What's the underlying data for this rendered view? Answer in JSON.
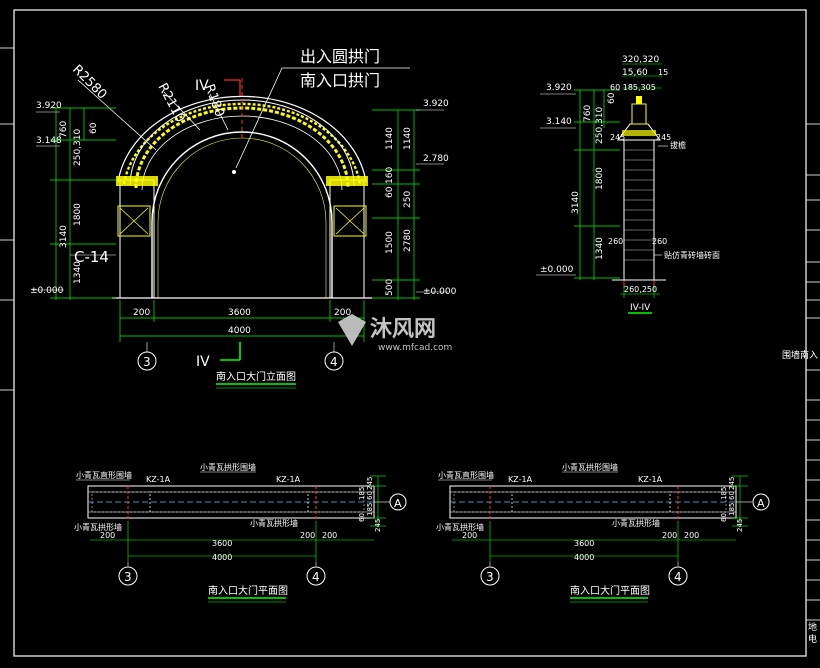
{
  "drawing": {
    "main_title_line1": "出入圆拱门",
    "main_title_line2": "南入口拱门",
    "elevation_title": "南入口大门立面图",
    "plan_title_left": "南入口大门平面图",
    "plan_title_right": "南入口大门平面图",
    "section_label_bottom": "IV-IV",
    "section_mark": "IV",
    "radius_labels": [
      "R2580",
      "R2110",
      "R180"
    ],
    "axis_left": "3",
    "axis_right": "4",
    "axis_plan": "A",
    "column_tag": "C-14",
    "elevation_dims": {
      "levels_left": [
        "3.920",
        "3.148",
        "±0.000"
      ],
      "levels_right": [
        "3.920",
        "2.780",
        "±0.000"
      ],
      "left_stack": [
        "760",
        "250,310",
        "60",
        "1800",
        "3140",
        "1340"
      ],
      "right_stack": [
        "1140",
        "160",
        "60",
        "250",
        "1500",
        "2780",
        "500"
      ],
      "bottom_spans": [
        "200",
        "3600",
        "200",
        "4000"
      ]
    },
    "section_dims": {
      "top": [
        "320,320",
        "15,60",
        "60 185,305",
        "15"
      ],
      "left_levels": [
        "3.920",
        "3.140",
        "±0.000"
      ],
      "left_stack": [
        "760",
        "250,310",
        "60",
        "1800",
        "3140",
        "1340"
      ],
      "side": [
        "245",
        "245",
        "260",
        "260"
      ],
      "bottom": "260,250",
      "note_top": "拔檐",
      "note_bottom": "贴仿青砖墙砖面"
    },
    "plan_labels": {
      "left_top_1": "小青瓦直形围墙",
      "left_top_2": "KZ-1A",
      "mid_top": "小青瓦拱形围墙",
      "right_top": "KZ-1A",
      "left_bottom": "小青瓦拱形墙",
      "mid_bottom": "小青瓦拱形墙",
      "right_dims": [
        "245",
        "185",
        "60",
        "60",
        "185",
        "245"
      ],
      "bottom_spans": [
        "200",
        "3600",
        "200",
        "200",
        "4000"
      ]
    },
    "watermark_brand": "沐风网",
    "watermark_url": "www.mfcad.com",
    "side_text_1": "围墙南入",
    "side_text_2": "地",
    "side_text_3": "电"
  }
}
